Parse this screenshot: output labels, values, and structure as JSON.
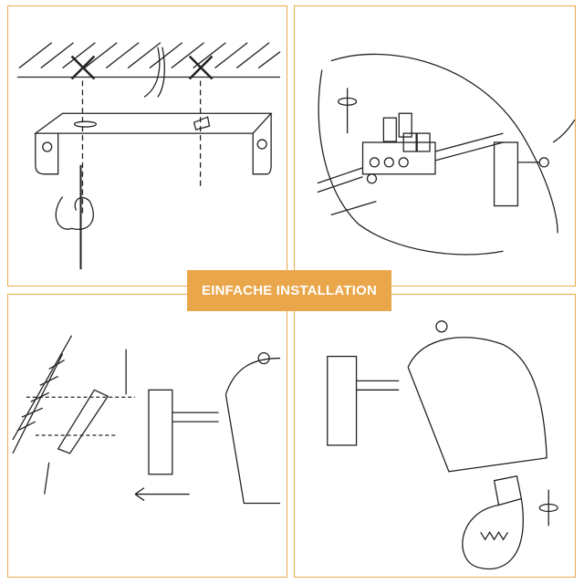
{
  "banner": {
    "title": "EINFACHE INSTALLATION"
  },
  "colors": {
    "accent": "#eaa64a",
    "line": "#222222"
  },
  "steps": [
    {
      "name": "mount-bracket"
    },
    {
      "name": "connect-wires"
    },
    {
      "name": "attach-lamp"
    },
    {
      "name": "insert-bulb"
    }
  ]
}
